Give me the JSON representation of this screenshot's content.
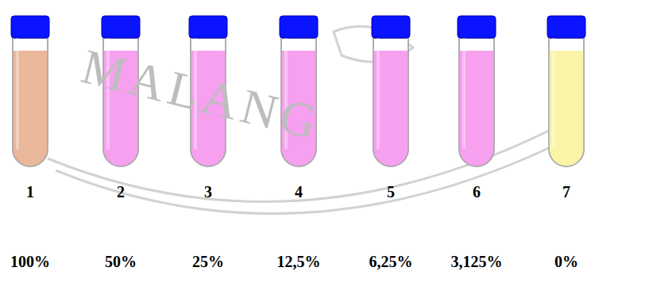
{
  "diagram": {
    "labels": [
      "MALANG",
      "1",
      "2",
      "3",
      "4",
      "5",
      "6",
      "7",
      "100%",
      "50%",
      "25%",
      "12,5%",
      "6,25%",
      "3,125%",
      "0%"
    ]
  }
}
